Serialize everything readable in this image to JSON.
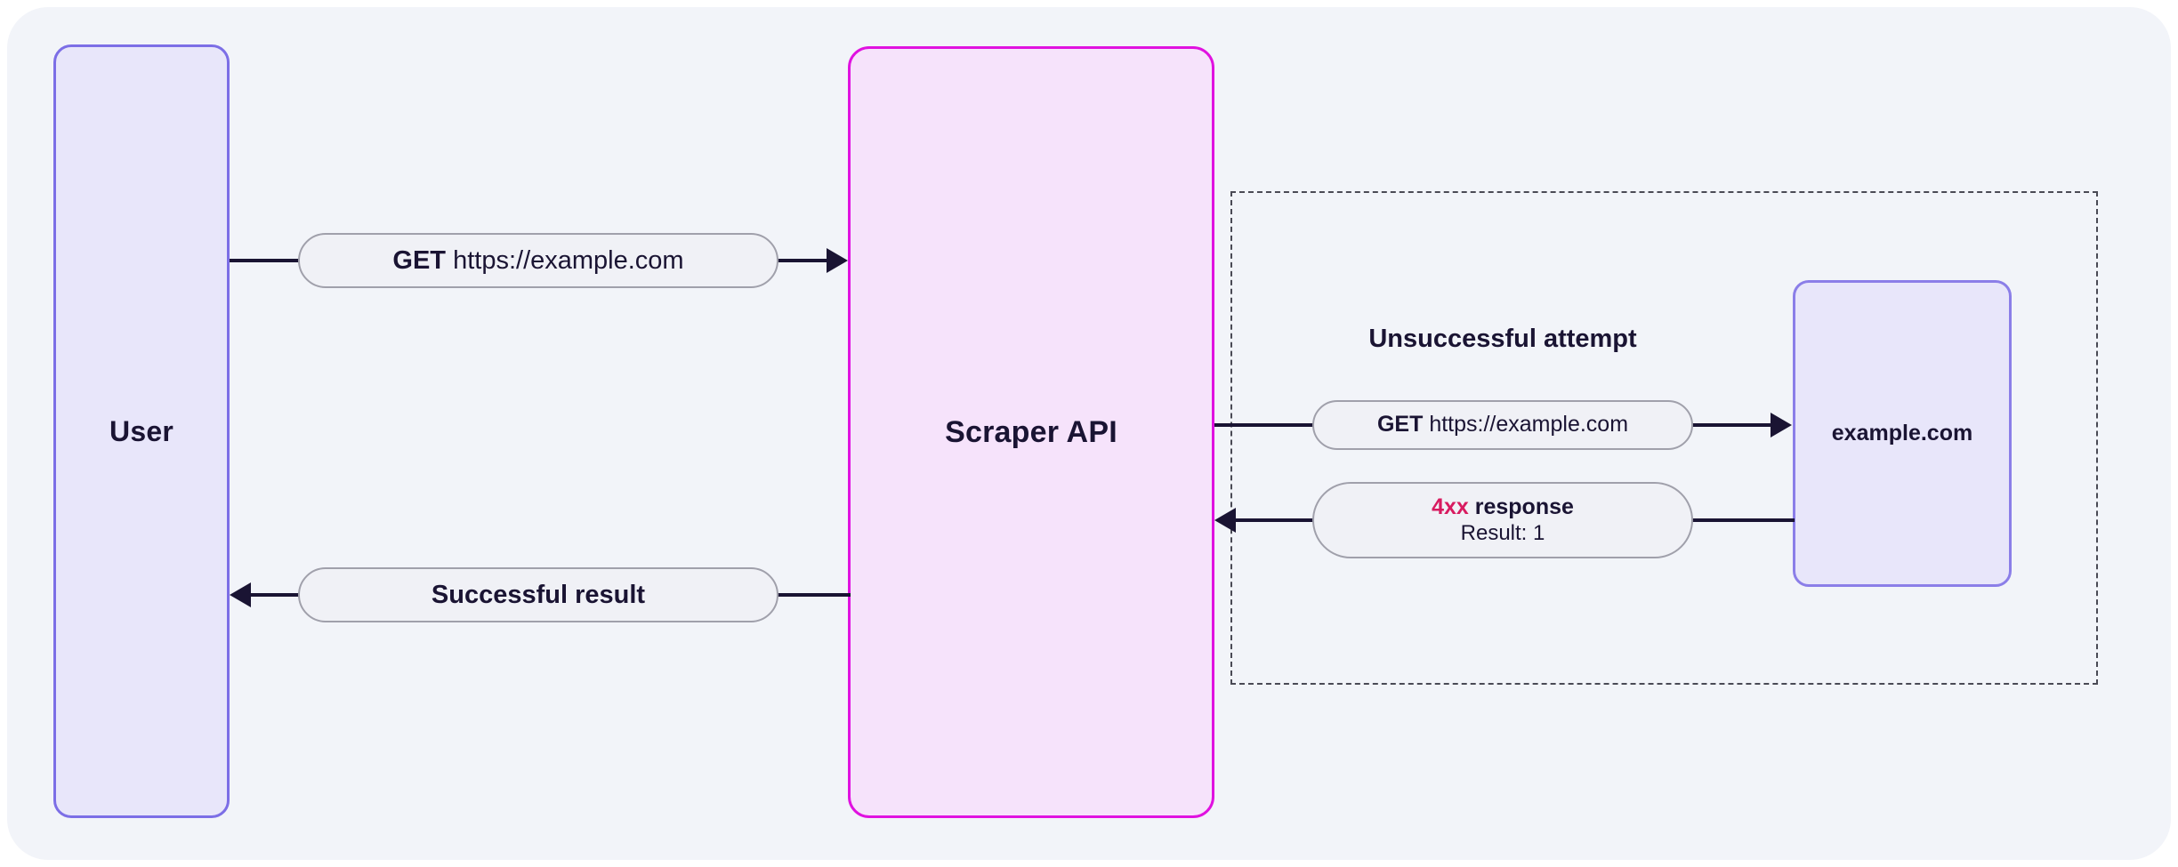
{
  "diagram": {
    "title": "Scraper API unsuccessful attempt flow",
    "colors": {
      "page_background": "#ffffff",
      "panel_background": "#f2f4f9",
      "node_purple_fill": "#e8e6fa",
      "node_purple_border": "#7c6ee6",
      "node_magenta_fill": "#f6e3fb",
      "node_magenta_border": "#e012e0",
      "pill_fill": "#f0f1f6",
      "pill_border": "#a0a0ab",
      "text": "#1a1433",
      "error_accent": "#d81b60",
      "dashed_border": "#4a4a55"
    }
  },
  "nodes": {
    "user": {
      "label": "User"
    },
    "scraper_api": {
      "label": "Scraper API"
    },
    "target_site": {
      "label": "example.com"
    }
  },
  "labels": {
    "request_from_user": {
      "method": "GET",
      "url": "https://example.com"
    },
    "successful_result": {
      "text": "Successful result"
    },
    "unsuccessful_attempt": {
      "text": "Unsuccessful attempt"
    },
    "request_to_target": {
      "method": "GET",
      "url": "https://example.com"
    },
    "error_response": {
      "status": "4xx",
      "status_suffix": " response",
      "result_line": "Result: 1"
    }
  },
  "regions": {
    "retry_loop": {
      "style": "dashed",
      "label": ""
    }
  }
}
